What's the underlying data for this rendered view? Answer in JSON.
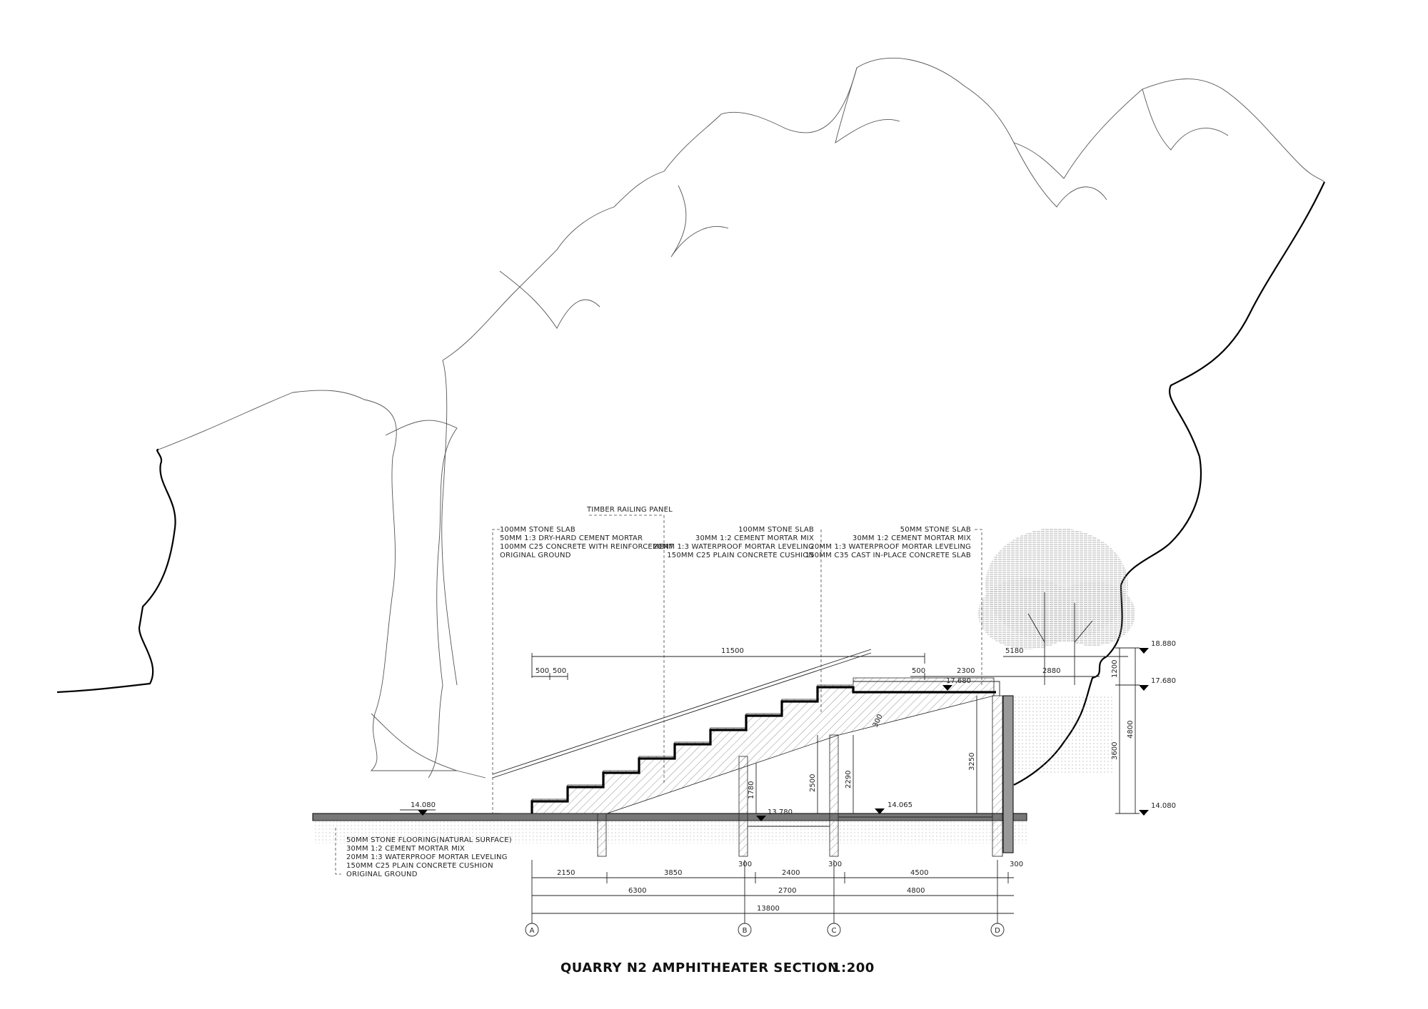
{
  "title": "QUARRY N2 AMPHITHEATER SECTION",
  "scale": "1:200",
  "railing_label": "TIMBER RAILING PANEL",
  "notes": {
    "left_stair": [
      "100MM STONE SLAB",
      "50MM 1:3 DRY-HARD CEMENT MORTAR",
      "100MM C25 CONCRETE WITH REINFORCEMENT",
      "ORIGINAL GROUND"
    ],
    "middle": [
      "100MM STONE SLAB",
      "30MM 1:2 CEMENT MORTAR MIX",
      "20MM 1:3 WATERPROOF MORTAR LEVELING",
      "150MM C25 PLAIN CONCRETE CUSHION"
    ],
    "right": [
      "50MM STONE SLAB",
      "30MM 1:2 CEMENT MORTAR MIX",
      "20MM 1:3 WATERPROOF MORTAR LEVELING",
      "150MM C35 CAST IN-PLACE CONCRETE SLAB"
    ],
    "ground": [
      "50MM STONE FLOORING(NATURAL SURFACE)",
      "30MM 1:2 CEMENT MORTAR MIX",
      "20MM 1:3 WATERPROOF MORTAR LEVELING",
      "150MM C25 PLAIN CONCRETE CUSHION",
      "ORIGINAL GROUND"
    ]
  },
  "levels": {
    "ground": "14.080",
    "floor_b": "13.780",
    "floor_c": "14.065",
    "top": "17.680",
    "right_top": "18.880",
    "right_mid": "17.680",
    "right_bottom": "14.080"
  },
  "top_dims": {
    "span": "11500",
    "d1": "500",
    "d2": "500",
    "step": "500",
    "landing": "2300",
    "right_gap": "5180",
    "right_gap2": "2880"
  },
  "heights": {
    "h1": "1780",
    "h2": "2500",
    "h3": "2290",
    "h4": "3250",
    "slope": "300",
    "r1": "1200",
    "r2": "3600",
    "r3": "4800"
  },
  "bottom_dims": {
    "row1": [
      "2150",
      "3850",
      "300",
      "2400",
      "300",
      "4500",
      "300"
    ],
    "row2": [
      "6300",
      "2700",
      "4800"
    ],
    "total": "13800"
  },
  "axes": [
    "A",
    "B",
    "C",
    "D"
  ]
}
